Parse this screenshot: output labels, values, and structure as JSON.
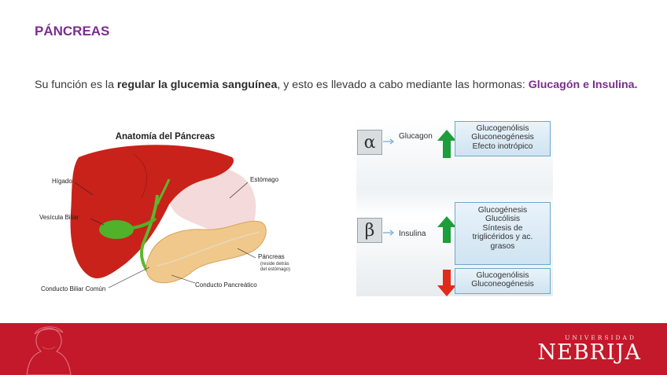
{
  "slide": {
    "title": "PÁNCREAS",
    "intro_pre": "Su función es la ",
    "intro_bold": "regular la glucemia sanguínea",
    "intro_mid": ", y esto es llevado a cabo mediante las hormonas: ",
    "intro_highlight": "Glucagón e Insulina."
  },
  "anatomy": {
    "title": "Anatomía del Páncreas",
    "labels": {
      "higado": "Hígado",
      "vesicula": "Vesícula Biliar",
      "conducto_biliar": "Conducto Biliar Común",
      "estomago": "Estómago",
      "pancreas": "Páncreas",
      "pancreas_note_1": "(reside detrás",
      "pancreas_note_2": "del estómago)",
      "conducto_pancreatico": "Conducto Pancreático"
    }
  },
  "hormones": {
    "glucagon": {
      "symbol": "α",
      "name": "Glucagon",
      "effects": [
        "Glucogenólisis",
        "Gluconeogénesis",
        "Efecto inotrópico"
      ]
    },
    "insulina": {
      "symbol": "β",
      "name": "Insulina",
      "increases": [
        "Glucogénesis",
        "Glucólisis",
        "Síntesis de",
        "triglicéridos y ac.",
        "grasos"
      ],
      "decreases": [
        "Glucogenólisis",
        "Gluconeogénesis"
      ]
    },
    "colors": {
      "up_arrow": "#1e9e3a",
      "down_arrow": "#e02a1a",
      "box_border": "#6ea7cc"
    }
  },
  "footer": {
    "brand_small": "UNIVERSIDAD",
    "brand_big": "NEBRIJA",
    "color": "#c4182b"
  },
  "colors": {
    "title": "#7b2d8e"
  }
}
